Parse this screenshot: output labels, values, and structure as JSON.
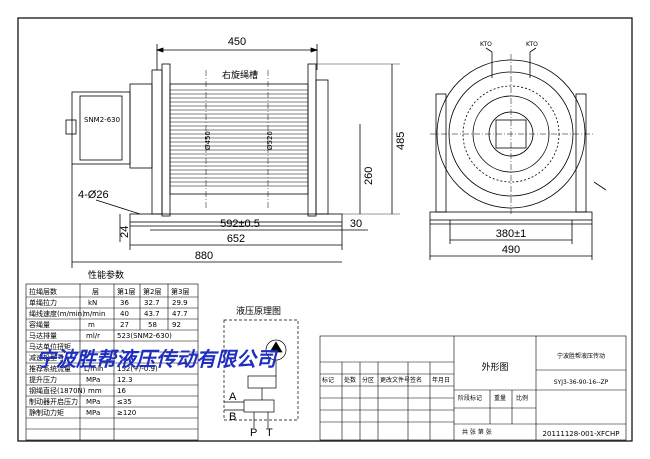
{
  "dimensions": {
    "top_width": "450",
    "drum_label": "右旋绳槽",
    "gearbox_label": "SNM2-630",
    "bolt_holes": "4-Ø26",
    "phi450": "Ø450",
    "phi520": "Ø520",
    "height_485": "485",
    "height_260": "260",
    "base_24": "24",
    "base_592": "592±0.5",
    "base_30": "30",
    "base_652": "652",
    "overall_880": "880",
    "side_380": "380±1",
    "side_490": "490",
    "view_label_left": "KTO",
    "view_label_right": "KTO"
  },
  "params_table": {
    "title": "性能参数",
    "headers": [
      "拉绳层数",
      "层",
      "第1层",
      "第2层",
      "第3层"
    ],
    "rows": [
      [
        "单绳拉力",
        "kN",
        "36",
        "32.7",
        "29.9"
      ],
      [
        "绳线速度(m/min)",
        "m/min",
        "40",
        "43.7",
        "47.7"
      ],
      [
        "容绳量",
        "m",
        "27",
        "58",
        "92"
      ],
      [
        "马达排量",
        "ml/r",
        "523(SNM2-630)",
        "",
        ""
      ],
      [
        "马达单位扭矩",
        "",
        "",
        "",
        ""
      ],
      [
        "减速机型号",
        "",
        "",
        "",
        ""
      ],
      [
        "推荐系统流量",
        "L/min",
        "152(+/-0.9)",
        "",
        ""
      ],
      [
        "提升压力",
        "MPa",
        "12.3",
        "",
        ""
      ],
      [
        "钢绳直径(1870N)",
        "mm",
        "16",
        "",
        ""
      ],
      [
        "制动器开启压力",
        "MPa",
        "≤35",
        "",
        ""
      ],
      [
        "静制动力矩",
        "MPa",
        "≥120",
        "",
        ""
      ]
    ]
  },
  "hydraulic": {
    "title": "液压原理图",
    "port_a": "A",
    "port_b": "B",
    "port_p": "P",
    "port_t": "T"
  },
  "title_block": {
    "drawing_title": "外形图",
    "company_line": "宁波胜帮液压传动",
    "part_no": "SYJ3-36-90-16--ZP",
    "drawing_no": "20111128-001-XFCHP",
    "col_labels": [
      "标记",
      "处数",
      "分区",
      "更改文件号",
      "签名",
      "年月日"
    ],
    "stage_label": "阶段标记",
    "weight_label": "重量",
    "scale_label": "比例",
    "sheet_label": "共 张 第 张"
  },
  "watermark": "宁波胜帮液压传动有限公司"
}
